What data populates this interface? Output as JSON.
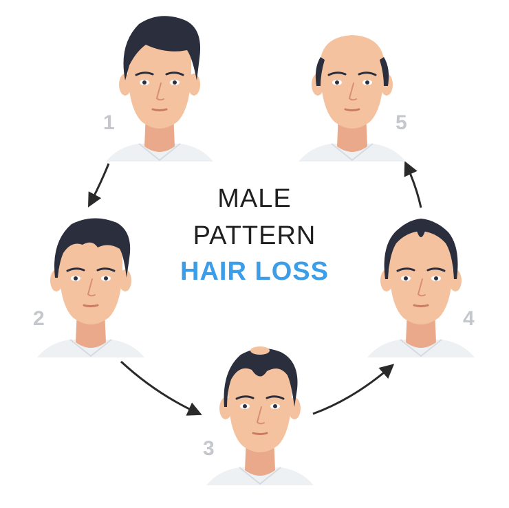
{
  "title": {
    "line1": "MALE",
    "line2": "PATTERN",
    "line3": "HAIR LOSS"
  },
  "stages": [
    {
      "number": "1",
      "level": "full hair"
    },
    {
      "number": "2",
      "level": "temple recession"
    },
    {
      "number": "3",
      "level": "crown thinning"
    },
    {
      "number": "4",
      "level": "advanced thinning"
    },
    {
      "number": "5",
      "level": "bald"
    }
  ],
  "colors": {
    "accent": "#3c9ee8",
    "title_dark": "#1f1f1f",
    "number_gray": "#c4c7cc",
    "hair": "#2b2f3d",
    "skin": "#f4c29f",
    "skin_shadow": "#e9a98a",
    "shirt": "#eef1f4",
    "arrow": "#2a2a2a"
  }
}
